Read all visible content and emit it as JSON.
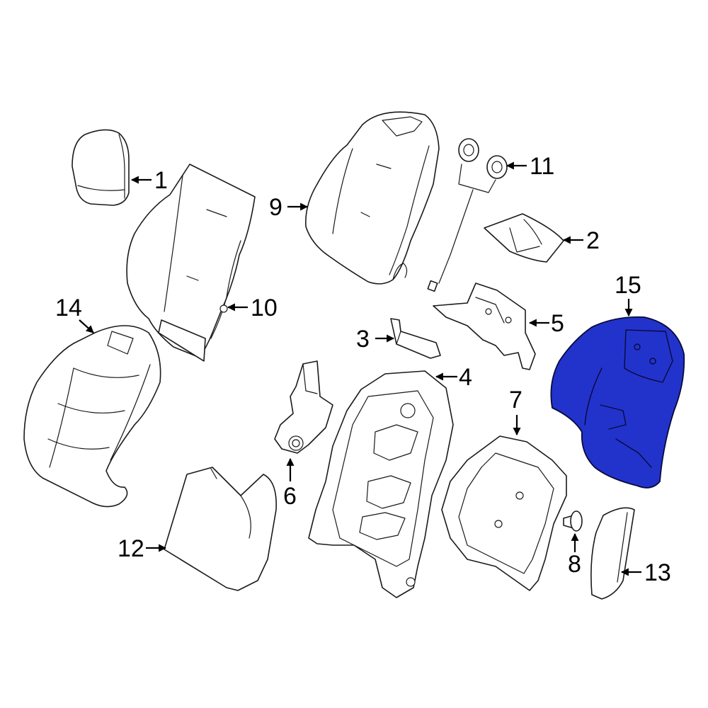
{
  "diagram": {
    "highlight_color": "#2233CC",
    "callouts": [
      {
        "id": "1",
        "label": "1"
      },
      {
        "id": "2",
        "label": "2"
      },
      {
        "id": "3",
        "label": "3"
      },
      {
        "id": "4",
        "label": "4"
      },
      {
        "id": "5",
        "label": "5"
      },
      {
        "id": "6",
        "label": "6"
      },
      {
        "id": "7",
        "label": "7"
      },
      {
        "id": "8",
        "label": "8"
      },
      {
        "id": "9",
        "label": "9"
      },
      {
        "id": "10",
        "label": "10"
      },
      {
        "id": "11",
        "label": "11"
      },
      {
        "id": "12",
        "label": "12"
      },
      {
        "id": "13",
        "label": "13"
      },
      {
        "id": "14",
        "label": "14"
      },
      {
        "id": "15",
        "label": "15"
      }
    ],
    "highlighted_part": "15"
  }
}
